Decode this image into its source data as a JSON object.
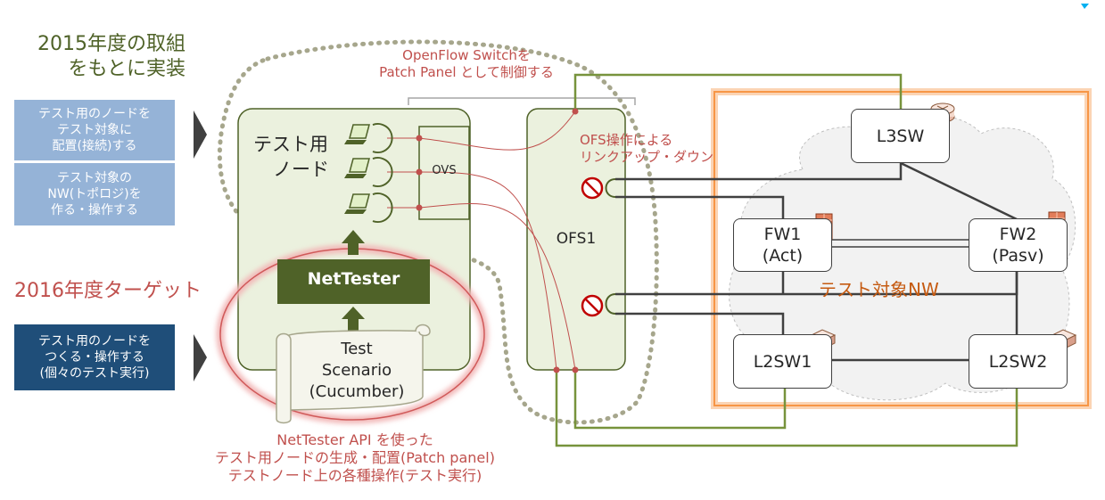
{
  "headings": {
    "y2015": [
      "2015年度の取組",
      "をもとに実装"
    ],
    "y2016": "2016年度ターゲット"
  },
  "left_boxes": [
    {
      "lines": [
        "テスト用のノードを",
        "テスト対象に",
        "配置(接続)する"
      ]
    },
    {
      "lines": [
        "テスト対象の",
        "NW(トポロジ)を",
        "作る・操作する"
      ]
    },
    {
      "lines": [
        "テスト用のノードを",
        "つくる・操作する",
        "(個々のテスト実行)"
      ]
    }
  ],
  "openflow_note": [
    "OpenFlow Switchを",
    "Patch Panel として制御する"
  ],
  "ofs_note": [
    "OFS操作による",
    "リンクアップ・ダウン"
  ],
  "test_node_label": [
    "テスト用",
    "ノード"
  ],
  "ovs_label": "OVS",
  "ofs1_label": "OFS1",
  "nettester_label": "NetTester",
  "scenario_lines": [
    "Test",
    "Scenario",
    "(Cucumber)"
  ],
  "api_note": [
    "NetTester API を使った",
    "テスト用ノードの生成・配置(Patch panel)",
    "テストノード上の各種操作(テスト実行)"
  ],
  "target_nw_label": "テスト対象NW",
  "devices": {
    "l3sw": "L3SW",
    "fw1": [
      "FW1",
      "(Act)"
    ],
    "fw2": [
      "FW2",
      "(Pasv)"
    ],
    "l2sw1": "L2SW1",
    "l2sw2": "L2SW2"
  },
  "colors": {
    "olive": "#4f6228",
    "panel_fill": "#ebf1de",
    "red": "#c0504d",
    "orange": "#f79646",
    "line_green": "#77933c"
  },
  "icons": [
    "arrow-right-icon",
    "laptop-icon",
    "up-arrow-icon",
    "no-entry-icon",
    "router-icon",
    "firewall-icon",
    "switch-icon",
    "cloud-icon",
    "scroll-icon"
  ]
}
